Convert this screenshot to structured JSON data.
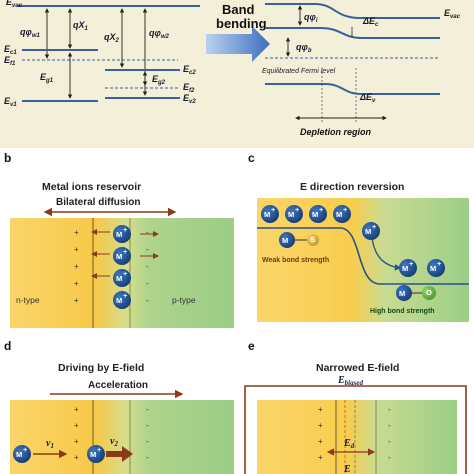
{
  "panel_a": {
    "left_levels": {
      "evac": "E",
      "evac_sub": "vac",
      "q_phi_w1": "qφ",
      "q_phi_w1_sub": "w1",
      "q_chi1": "qΧ",
      "q_chi1_sub": "1",
      "q_chi2": "qΧ",
      "q_chi2_sub": "2",
      "q_phi_w2": "qφ",
      "q_phi_w2_sub": "w2",
      "ec1": "E",
      "ec1_sub": "c1",
      "ef1": "E",
      "ef1_sub": "f1",
      "eg1": "E",
      "eg1_sub": "g1",
      "ev1": "E",
      "ev1_sub": "v1",
      "eg2": "E",
      "eg2_sub": "g2",
      "ec2": "E",
      "ec2_sub": "c2",
      "ef2": "E",
      "ef2_sub": "f2",
      "ev2": "E",
      "ev2_sub": "v2"
    },
    "arrow_label_line1": "Band",
    "arrow_label_line2": "bending",
    "right_levels": {
      "evac": "E",
      "evac_sub": "vac",
      "q_phi_i": "qφ",
      "q_phi_i_sub": "i",
      "delta_ec": "ΔE",
      "delta_ec_sub": "c",
      "q_phi_b": "qφ",
      "q_phi_b_sub": "b",
      "fermi": "Equilibrated Fermi level",
      "delta_ev": "ΔE",
      "delta_ev_sub": "v",
      "depletion": "Depletion region"
    }
  },
  "panel_b": {
    "letter": "b",
    "title": "Metal ions reservoir",
    "subtitle": "Bilateral diffusion",
    "left_label": "n-type",
    "right_label": "p-type",
    "ion": "M",
    "ion_charge": "+",
    "plus": "+",
    "minus": "-"
  },
  "panel_c": {
    "letter": "c",
    "title": "E direction reversion",
    "weak": "Weak bond strength",
    "high": "High bond strength",
    "ion": "M",
    "ion_charge": "+",
    "m": "M",
    "s": "S",
    "o": "O"
  },
  "panel_d": {
    "letter": "d",
    "title": "Driving by E-field",
    "subtitle": "Acceleration",
    "v1": "v",
    "v1_sub": "1",
    "v2": "v",
    "v2_sub": "2",
    "ion": "M",
    "ion_charge": "+"
  },
  "panel_e": {
    "letter": "e",
    "title": "Narrowed E-field",
    "e_biased": "E",
    "e_biased_sub": "biased",
    "ed": "E",
    "ed_sub": "d",
    "e_bottom": "E",
    "e_bottom_sub": ""
  },
  "colors": {
    "top_bg": "#f3efd8",
    "level_blue": "#3b5fa0",
    "yellow": "#f7c94c",
    "green": "#9ed08a",
    "ion_blue": "#1f4e8c",
    "brown": "#8b3a1a",
    "dashed_box": "#c9a06a"
  }
}
